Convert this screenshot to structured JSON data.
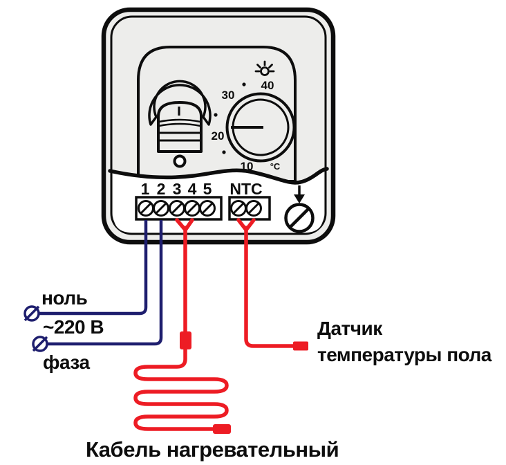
{
  "diagram": {
    "device": {
      "terminal_labels": [
        "1",
        "2",
        "3",
        "4",
        "5"
      ],
      "ntc_label": "NTC",
      "dial": {
        "ticks": [
          "10",
          "20",
          "30",
          "40"
        ],
        "unit": "°C"
      },
      "switch_mark": "I"
    },
    "wiring_labels": {
      "neutral": "ноль",
      "voltage": "~220 В",
      "phase": "фаза",
      "sensor_line1": "Датчик",
      "sensor_line2": "температуры пола",
      "heating_cable": "Кабель нагревательный"
    },
    "colors": {
      "wire_blue": "#1e1e6e",
      "wire_red": "#ed1c24",
      "label_blue": "#1b1b70",
      "label_red": "#e81c22",
      "panel_gray": "#ededeb",
      "line_black": "#0d0d0d"
    }
  }
}
